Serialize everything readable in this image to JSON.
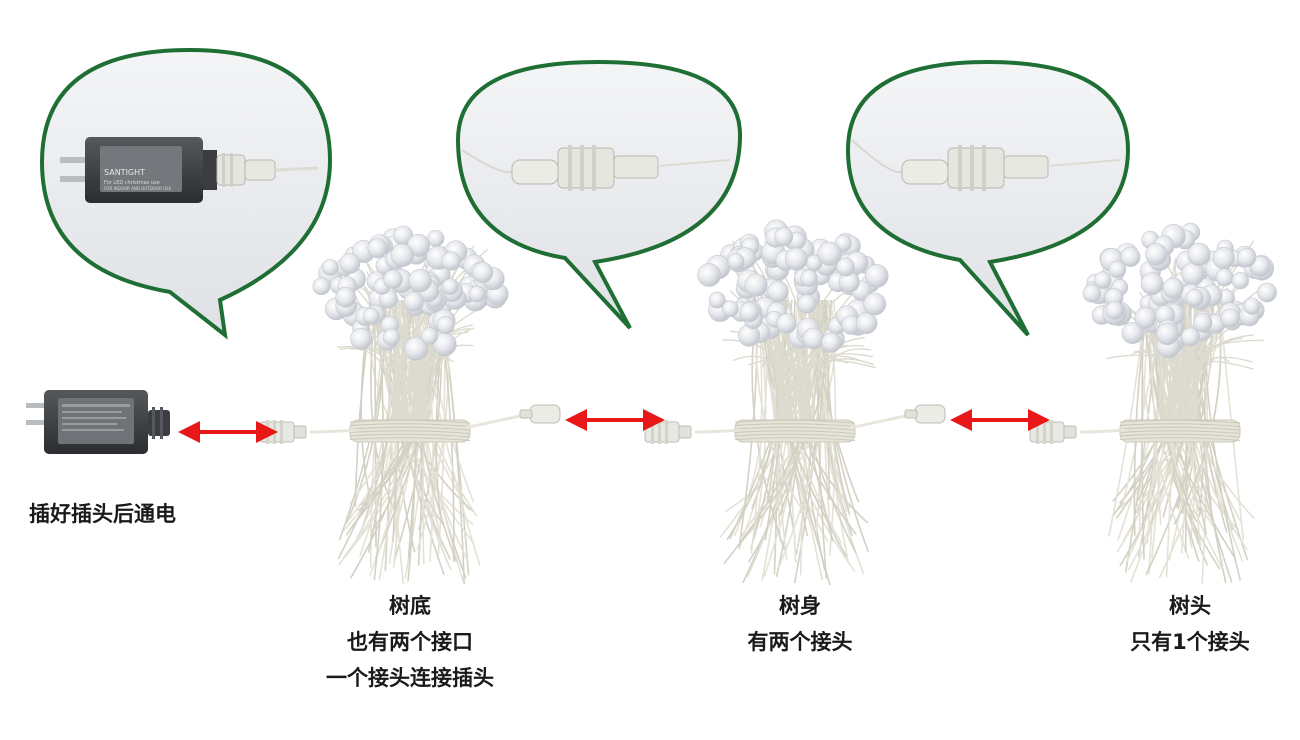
{
  "labels": {
    "adapter": "插好插头后通电",
    "base": [
      "树底",
      "也有两个接口",
      "一个接头连接插头"
    ],
    "body": [
      "树身",
      "有两个接头"
    ],
    "top": [
      "树头",
      "只有1个接头"
    ]
  },
  "adapter_text": {
    "brand": "SANTIGHT",
    "line1": "For LED christmas use",
    "line2": "FOR INDOOR AND OUTDOOR USE"
  },
  "colors": {
    "bubble_stroke": "#1f6e34",
    "arrow": "#e81818",
    "wire": "#e8e6dc",
    "bulb": "#e4e6ea",
    "bubble_bg": "#eceef1",
    "adapter_body": "#3a3c3f"
  },
  "icons": {
    "arrow": "double-arrow-icon",
    "adapter": "power-adapter-icon",
    "connector": "connector-plug-icon"
  }
}
